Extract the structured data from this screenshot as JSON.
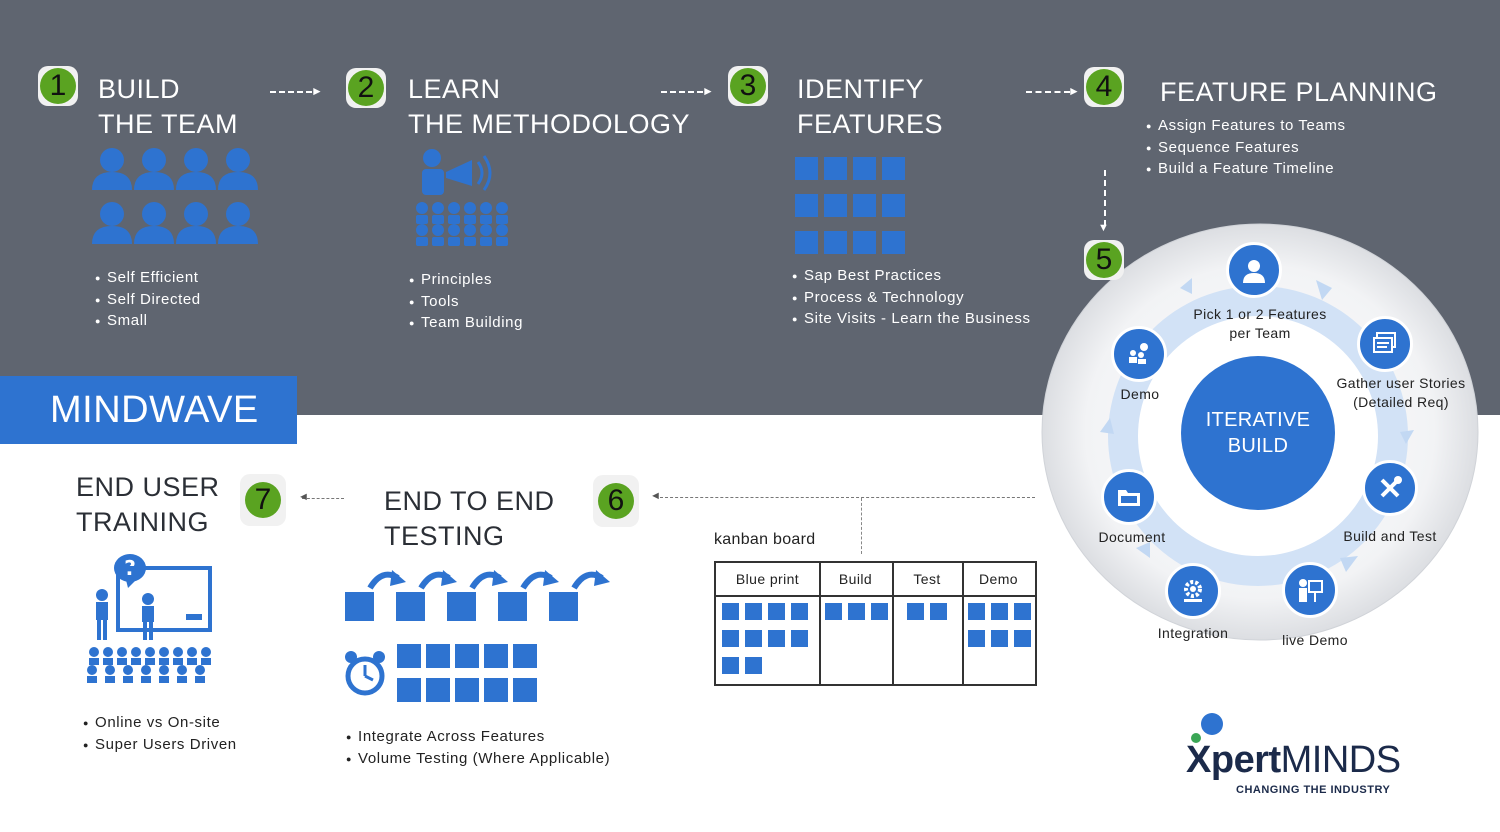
{
  "brand": {
    "name": "MINDWAVE"
  },
  "steps": [
    {
      "number": "1",
      "title_line1": "BUILD",
      "title_line2": "THE TEAM",
      "bullets": [
        "Self Efficient",
        "Self Directed",
        "Small"
      ]
    },
    {
      "number": "2",
      "title_line1": "LEARN",
      "title_line2": "THE METHODOLOGY",
      "bullets": [
        "Principles",
        "Tools",
        "Team Building"
      ]
    },
    {
      "number": "3",
      "title_line1": "IDENTIFY",
      "title_line2": "FEATURES",
      "bullets": [
        "Sap Best Practices",
        "Process & Technology",
        "Site Visits - Learn the Business"
      ]
    },
    {
      "number": "4",
      "title_line1": "FEATURE PLANNING",
      "bullets": [
        "Assign Features to Teams",
        "Sequence Features",
        "Build a Feature Timeline"
      ]
    },
    {
      "number": "5"
    },
    {
      "number": "6",
      "title_line1": "END TO END",
      "title_line2": "TESTING",
      "bullets": [
        "Integrate Across Features",
        "Volume Testing (Where Applicable)"
      ]
    },
    {
      "number": "7",
      "title_line1": "END USER",
      "title_line2": "TRAINING",
      "bullets": [
        "Online vs On-site",
        "Super Users Driven"
      ]
    }
  ],
  "iterative": {
    "center_line1": "ITERATIVE",
    "center_line2": "BUILD",
    "nodes": [
      {
        "label_line1": "Pick 1 or 2 Features",
        "label_line2": "per Team",
        "icon": "user-icon"
      },
      {
        "label_line1": "Gather user Stories",
        "label_line2": "(Detailed Req)",
        "icon": "documents-icon"
      },
      {
        "label_line1": "Build and Test",
        "icon": "tools-icon"
      },
      {
        "label_line1": "live Demo",
        "icon": "presenter-icon"
      },
      {
        "label_line1": "Integration",
        "icon": "gear-icon"
      },
      {
        "label_line1": "Document",
        "icon": "folder-icon"
      },
      {
        "label_line1": "Demo",
        "icon": "audience-icon"
      }
    ]
  },
  "kanban": {
    "label": "kanban board",
    "columns": [
      {
        "name": "Blue print",
        "cards": 10
      },
      {
        "name": "Build",
        "cards": 3
      },
      {
        "name": "Test",
        "cards": 2
      },
      {
        "name": "Demo",
        "cards": 6
      }
    ]
  },
  "logo": {
    "line1_a": "X",
    "line1_b": "pert",
    "line1_c": "MINDS",
    "tagline": "CHANGING THE INDUSTRY"
  },
  "colors": {
    "accent_blue": "#2e73d0",
    "badge_green": "#5aa321",
    "dark_panel": "#5f6570",
    "logo_navy": "#1b2a4a",
    "logo_green": "#3aa655"
  }
}
